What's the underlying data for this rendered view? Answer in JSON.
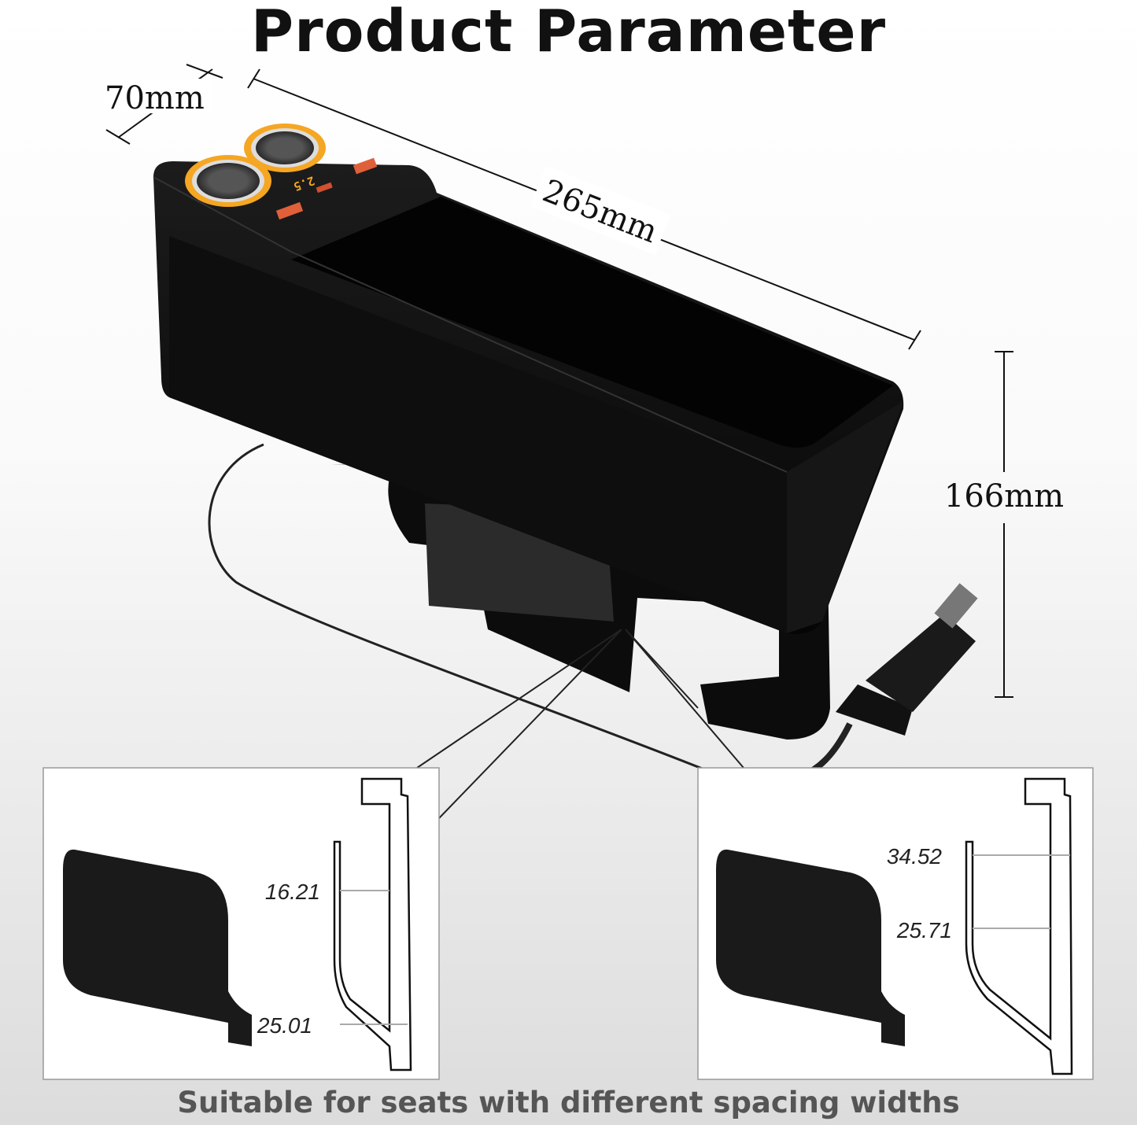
{
  "title": "Product Parameter",
  "dimensions": {
    "depth": "70mm",
    "length": "265mm",
    "height": "166mm"
  },
  "display_readout": "2.5",
  "left_detail": {
    "top_gap": "16.21",
    "bottom_gap": "25.01"
  },
  "right_detail": {
    "top_gap": "34.52",
    "bottom_gap": "25.71"
  },
  "caption": "Suitable for seats with different spacing widths",
  "colors": {
    "accent_ring": "#f5a623",
    "usb_port": "#e0603a",
    "body": "#111111",
    "caption": "#555555"
  }
}
